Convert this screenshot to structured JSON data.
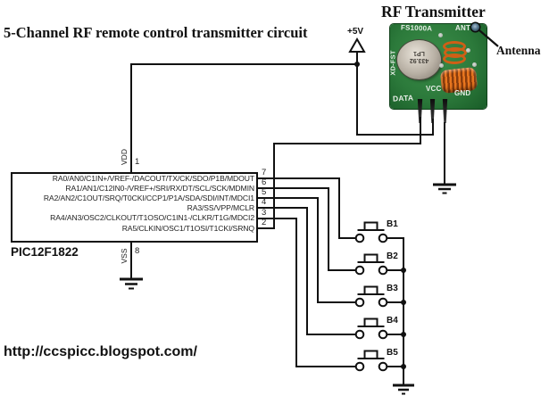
{
  "title": "5-Channel RF remote control transmitter circuit",
  "website": "http://ccspicc.blogspot.com/",
  "power_label": "+5V",
  "ic": {
    "name": "PIC12F1822",
    "pins": [
      {
        "number": "7",
        "label": "RA0/AN0/C1IN+/VREF-/DACOUT/TX/CK/SDO/P1B/MDOUT"
      },
      {
        "number": "6",
        "label": "RA1/AN1/C12IN0-/VREF+/SRI/RX/DT/SCL/SCK/MDMIN"
      },
      {
        "number": "5",
        "label": "RA2/AN2/C1OUT/SRQ/T0CKI/CCP1/P1A/SDA/SDI/INT/MDCI1"
      },
      {
        "number": "4",
        "label": "RA3/SS/VPP/MCLR"
      },
      {
        "number": "3",
        "label": "RA4/AN3/OSC2/CLKOUT/T1OSO/C1IN1-/CLKR/T1G/MDCI2"
      },
      {
        "number": "2",
        "label": "RA5/CLKIN/OSC1/T1OSI/T1CKI/SRNQ"
      }
    ],
    "vdd_label": "VDD",
    "vdd_pin": "1",
    "vss_label": "VSS",
    "vss_pin": "8"
  },
  "rf_module": {
    "heading": "RF Transmitter",
    "model": "FS1000A",
    "ant": "ANT",
    "side_marking": "XD-FST",
    "resonator_freq": "433.92",
    "resonator_mark": "LP1",
    "pin_data": "DATA",
    "pin_vcc": "VCC",
    "pin_gnd": "GND",
    "antenna_label": "Antenna"
  },
  "buttons": [
    {
      "label": "B1"
    },
    {
      "label": "B2"
    },
    {
      "label": "B3"
    },
    {
      "label": "B4"
    },
    {
      "label": "B5"
    }
  ],
  "colors": {
    "wire": "#111111",
    "pcb_green": "#2c7a3b",
    "coil_orange": "#cf5f16",
    "silkscreen": "#e7eee7"
  }
}
